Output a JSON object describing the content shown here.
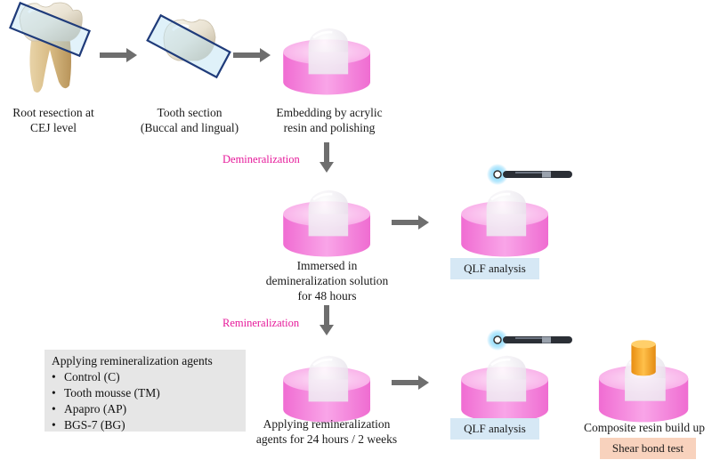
{
  "steps": {
    "root_resection": "Root resection at\nCEJ level",
    "tooth_section": "Tooth section\n(Buccal and lingual)",
    "embedding": "Embedding by acrylic\nresin and polishing",
    "immersed": "Immersed in\ndemineralization  solution\nfor 48 hours",
    "applying": "Applying remineralization\nagents for 24 hours / 2 weeks",
    "composite": "Composite resin build up"
  },
  "phases": {
    "demineralization": "Demineralization",
    "remineralization": "Remineralization"
  },
  "badges": {
    "qlf_1": "QLF analysis",
    "qlf_2": "QLF analysis",
    "shear": "Shear bond test"
  },
  "agents": {
    "title": "Applying remineralization agents",
    "items": [
      "Control (C)",
      "Tooth mousse (TM)",
      "Apapro (AP)",
      "BGS-7 (BG)"
    ],
    "bullet": "•"
  },
  "colors": {
    "resin_pink": "#f58cdf",
    "resin_top": "#fbb4ee",
    "arrow_gray": "#6e6e6e",
    "phase_magenta": "#e6199a",
    "qlf_badge": "#d6e8f5",
    "shear_badge": "#f8d2bd",
    "agents_box": "#e6e6e6",
    "composite_orange": "#f5a623"
  },
  "icons": {
    "tooth": "molar-tooth-icon",
    "section": "tooth-section-icon",
    "specimen": "resin-embedded-specimen-icon",
    "qlf_device": "qlf-device-icon",
    "composite": "composite-cylinder-icon"
  }
}
